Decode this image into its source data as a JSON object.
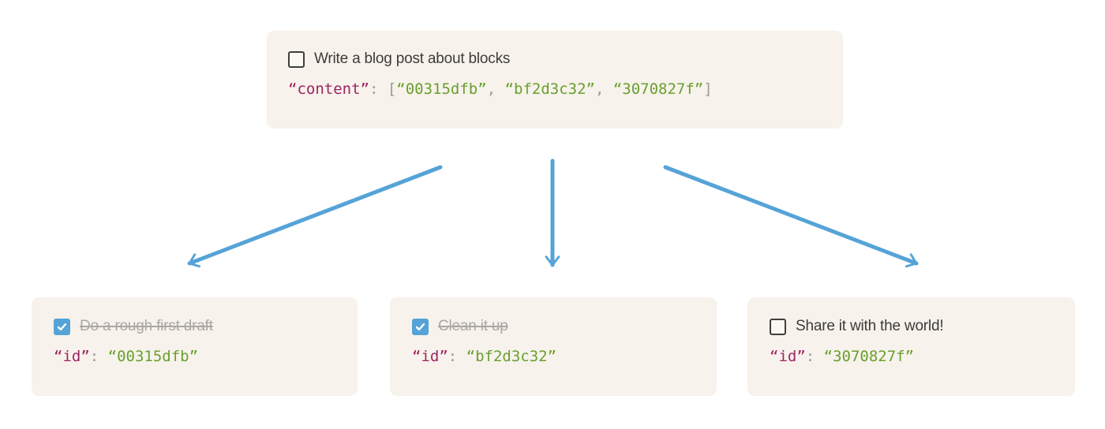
{
  "colors": {
    "card_background": "#f7f2eb",
    "arrow_blue": "#55a3d7",
    "checkbox_checked_blue": "#55a3d7",
    "checkbox_border": "#403e3b",
    "todo_text": "#3d3c38",
    "todo_done_text": "#aaa8a4",
    "code_key_maroon": "#9d2363",
    "code_value_green": "#699f2f",
    "code_punctuation_gray": "#9b9a96"
  },
  "parent_block": {
    "checked": false,
    "todo_label": "Write a blog post about blocks",
    "code": {
      "key": "“content”",
      "colon": ": ",
      "bracket_open": "[",
      "ids": [
        "“00315dfb”",
        "“bf2d3c32”",
        "“3070827f”"
      ],
      "comma": ", ",
      "bracket_close": "]"
    }
  },
  "child_blocks": [
    {
      "checked": true,
      "todo_label": "Do a rough first draft",
      "code": {
        "key": "“id”",
        "colon": ": ",
        "value": "“00315dfb”"
      }
    },
    {
      "checked": true,
      "todo_label": "Clean it up",
      "code": {
        "key": "“id”",
        "colon": ": ",
        "value": "“bf2d3c32”"
      }
    },
    {
      "checked": false,
      "todo_label": "Share it with the world!",
      "code": {
        "key": "“id”",
        "colon": ": ",
        "value": "“3070827f”"
      }
    }
  ]
}
